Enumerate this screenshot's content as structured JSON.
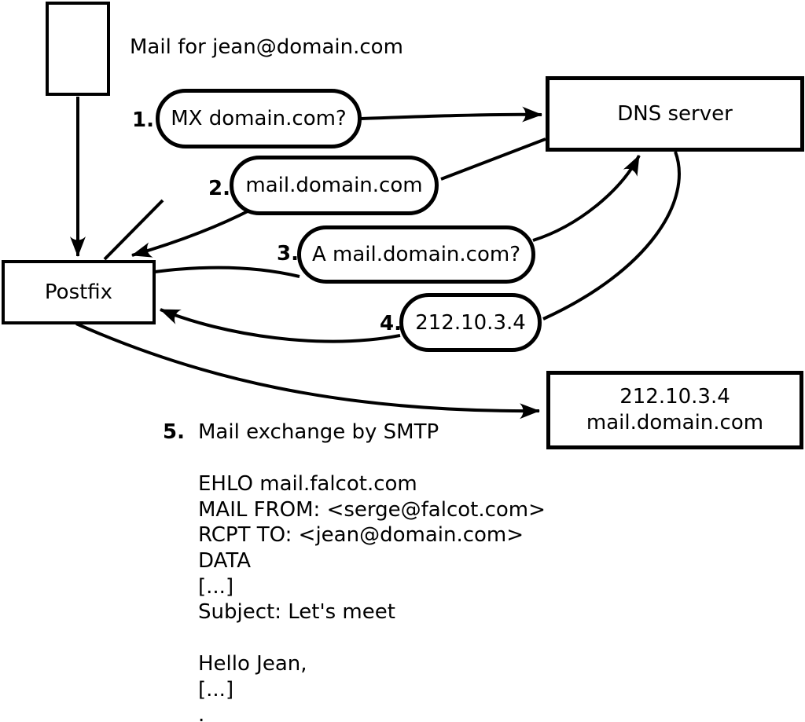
{
  "colors": {
    "line": "#000000",
    "background": "#ffffff",
    "text": "#000000"
  },
  "nodes": {
    "mail_note": "Mail for jean@domain.com",
    "postfix": "Postfix",
    "dns": "DNS server",
    "destination": {
      "line1": "212.10.3.4",
      "line2": "mail.domain.com"
    }
  },
  "steps": [
    {
      "num": "1.",
      "label": "MX domain.com?"
    },
    {
      "num": "2.",
      "label": "mail.domain.com"
    },
    {
      "num": "3.",
      "label": "A mail.domain.com?"
    },
    {
      "num": "4.",
      "label": "212.10.3.4"
    },
    {
      "num": "5.",
      "label": "Mail exchange by SMTP"
    }
  ],
  "smtp_session": {
    "lines": [
      "EHLO mail.falcot.com",
      "MAIL FROM: <serge@falcot.com>",
      "RCPT TO: <jean@domain.com>",
      "DATA",
      "[...]",
      "Subject: Let's meet",
      "",
      "Hello Jean,",
      "[...]",
      "."
    ]
  }
}
